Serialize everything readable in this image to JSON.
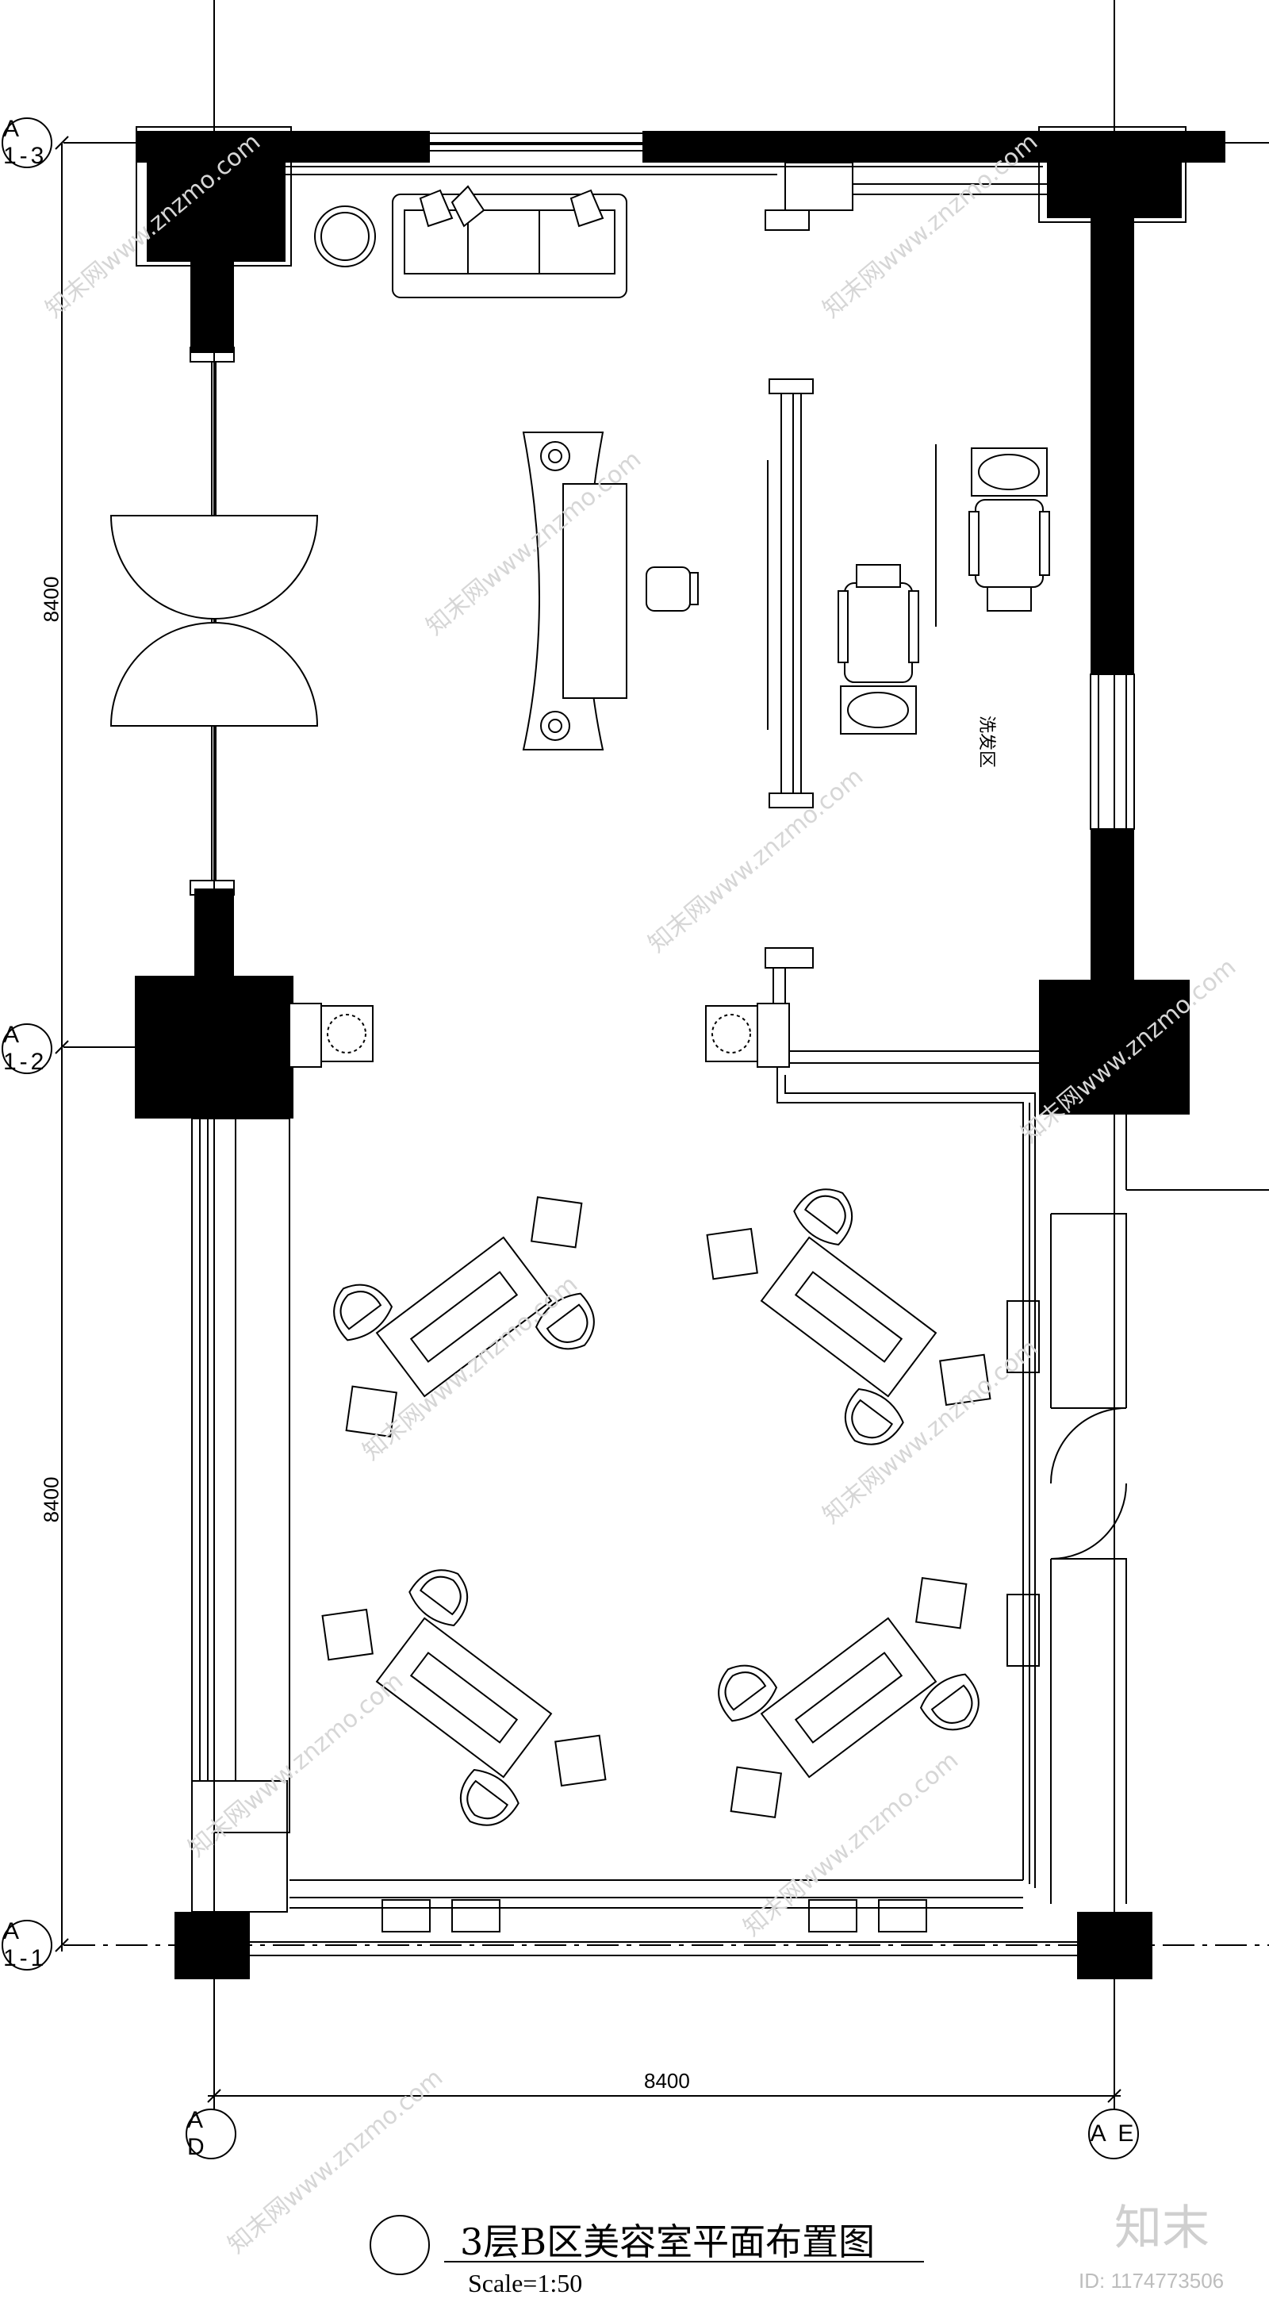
{
  "grid_axes": {
    "a13": "A 1-3",
    "a12": "A 1-2",
    "a11": "A 1-1",
    "ad": "A D",
    "ae": "A E"
  },
  "dimensions": {
    "upper_left": "8400",
    "lower_left": "8400",
    "bottom": "8400"
  },
  "zone_label": "洗发区",
  "title": {
    "main": "3层B区美容室平面布置图",
    "scale": "Scale=1:50"
  },
  "watermark": {
    "text": "知末网www.znzmo.com",
    "brand": "知末",
    "id": "ID: 1174773506"
  },
  "colors": {
    "wall_fill": "#000000",
    "line": "#000000",
    "watermark": "#d6d6d6"
  }
}
